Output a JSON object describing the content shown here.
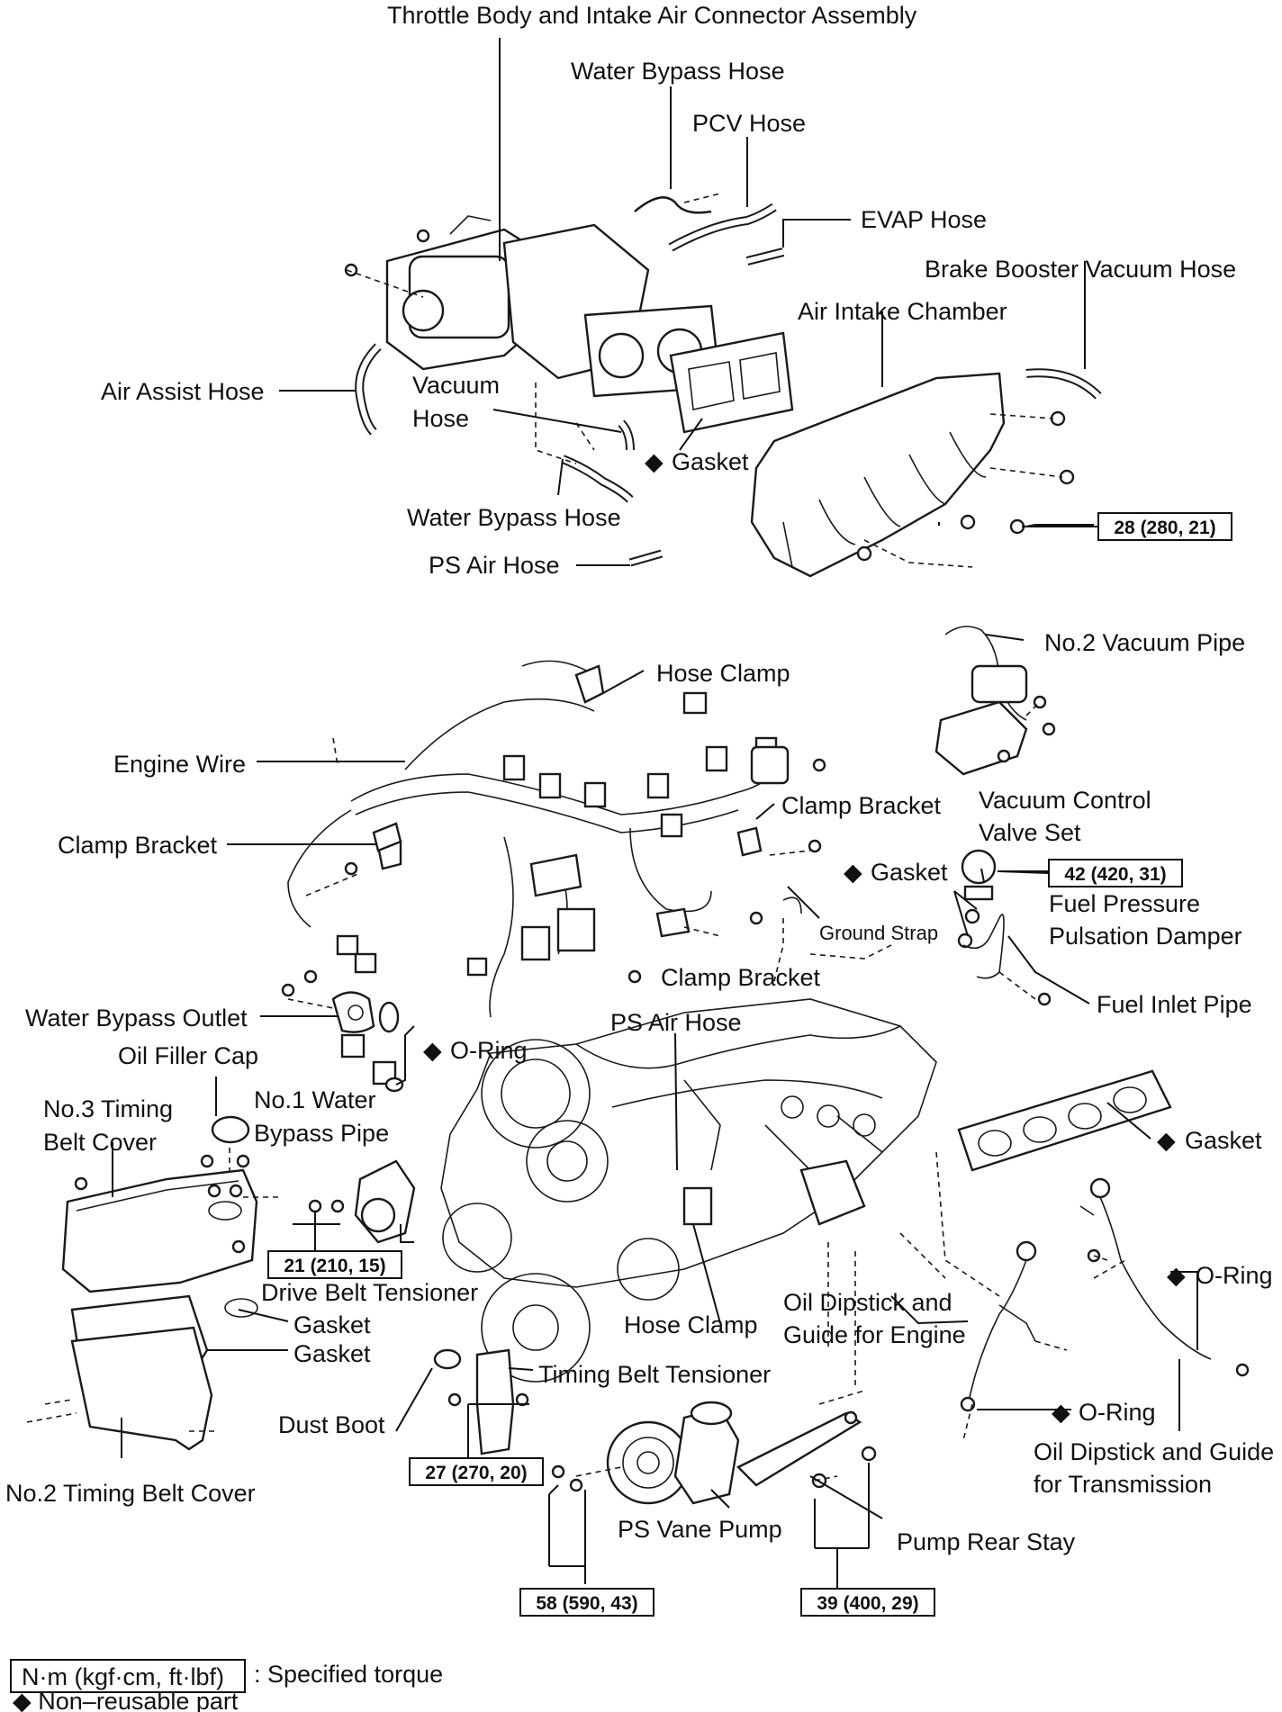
{
  "labels": {
    "throttle_body": "Throttle Body and Intake Air Connector Assembly",
    "water_bypass_hose_top": "Water Bypass Hose",
    "pcv_hose": "PCV Hose",
    "evap_hose": "EVAP Hose",
    "brake_booster_hose": "Brake Booster Vacuum Hose",
    "air_intake_chamber": "Air Intake Chamber",
    "air_assist_hose": "Air Assist Hose",
    "vacuum_hose_1": "Vacuum",
    "vacuum_hose_2": "Hose",
    "gasket_top": "Gasket",
    "water_bypass_hose_mid": "Water Bypass Hose",
    "ps_air_hose_top": "PS Air Hose",
    "no2_vacuum_pipe": "No.2 Vacuum Pipe",
    "hose_clamp_top": "Hose Clamp",
    "engine_wire": "Engine Wire",
    "clamp_bracket_right": "Clamp Bracket",
    "vacuum_control_1": "Vacuum Control",
    "vacuum_control_2": "Valve Set",
    "clamp_bracket_left": "Clamp Bracket",
    "gasket_fuel": "Gasket",
    "fuel_pressure_1": "Fuel Pressure",
    "fuel_pressure_2": "Pulsation Damper",
    "ground_strap": "Ground Strap",
    "clamp_bracket_center": "Clamp Bracket",
    "fuel_inlet_pipe": "Fuel Inlet Pipe",
    "water_bypass_outlet": "Water Bypass Outlet",
    "ps_air_hose_mid": "PS Air Hose",
    "o_ring_top": "O-Ring",
    "oil_filler_cap": "Oil Filler Cap",
    "no3_timing_1": "No.3 Timing",
    "no3_timing_2": "Belt Cover",
    "no1_water_1": "No.1 Water",
    "no1_water_2": "Bypass Pipe",
    "gasket_right": "Gasket",
    "o_ring_right": "O-Ring",
    "drive_belt_tensioner": "Drive Belt Tensioner",
    "gasket_cover_1": "Gasket",
    "gasket_cover_2": "Gasket",
    "hose_clamp_bottom": "Hose Clamp",
    "oil_dipstick_engine_1": "Oil Dipstick and",
    "oil_dipstick_engine_2": "Guide for Engine",
    "timing_belt_tensioner": "Timing Belt Tensioner",
    "dust_boot": "Dust Boot",
    "o_ring_bottom": "O-Ring",
    "oil_dipstick_trans_1": "Oil Dipstick and Guide",
    "oil_dipstick_trans_2": "for Transmission",
    "no2_timing_cover": "No.2 Timing Belt Cover",
    "ps_vane_pump": "PS Vane Pump",
    "pump_rear_stay": "Pump Rear Stay"
  },
  "torques": {
    "t28": "28 (280, 21)",
    "t42": "42 (420, 31)",
    "t21": "21 (210, 15)",
    "t27": "27 (270, 20)",
    "t58": "58 (590, 43)",
    "t39": "39 (400, 29)"
  },
  "legend": {
    "torque_box": "N·m (kgf·cm, ft·lbf)",
    "torque_desc": ": Specified torque",
    "nonreusable": "◆ Non–reusable part"
  },
  "marker": "◆"
}
